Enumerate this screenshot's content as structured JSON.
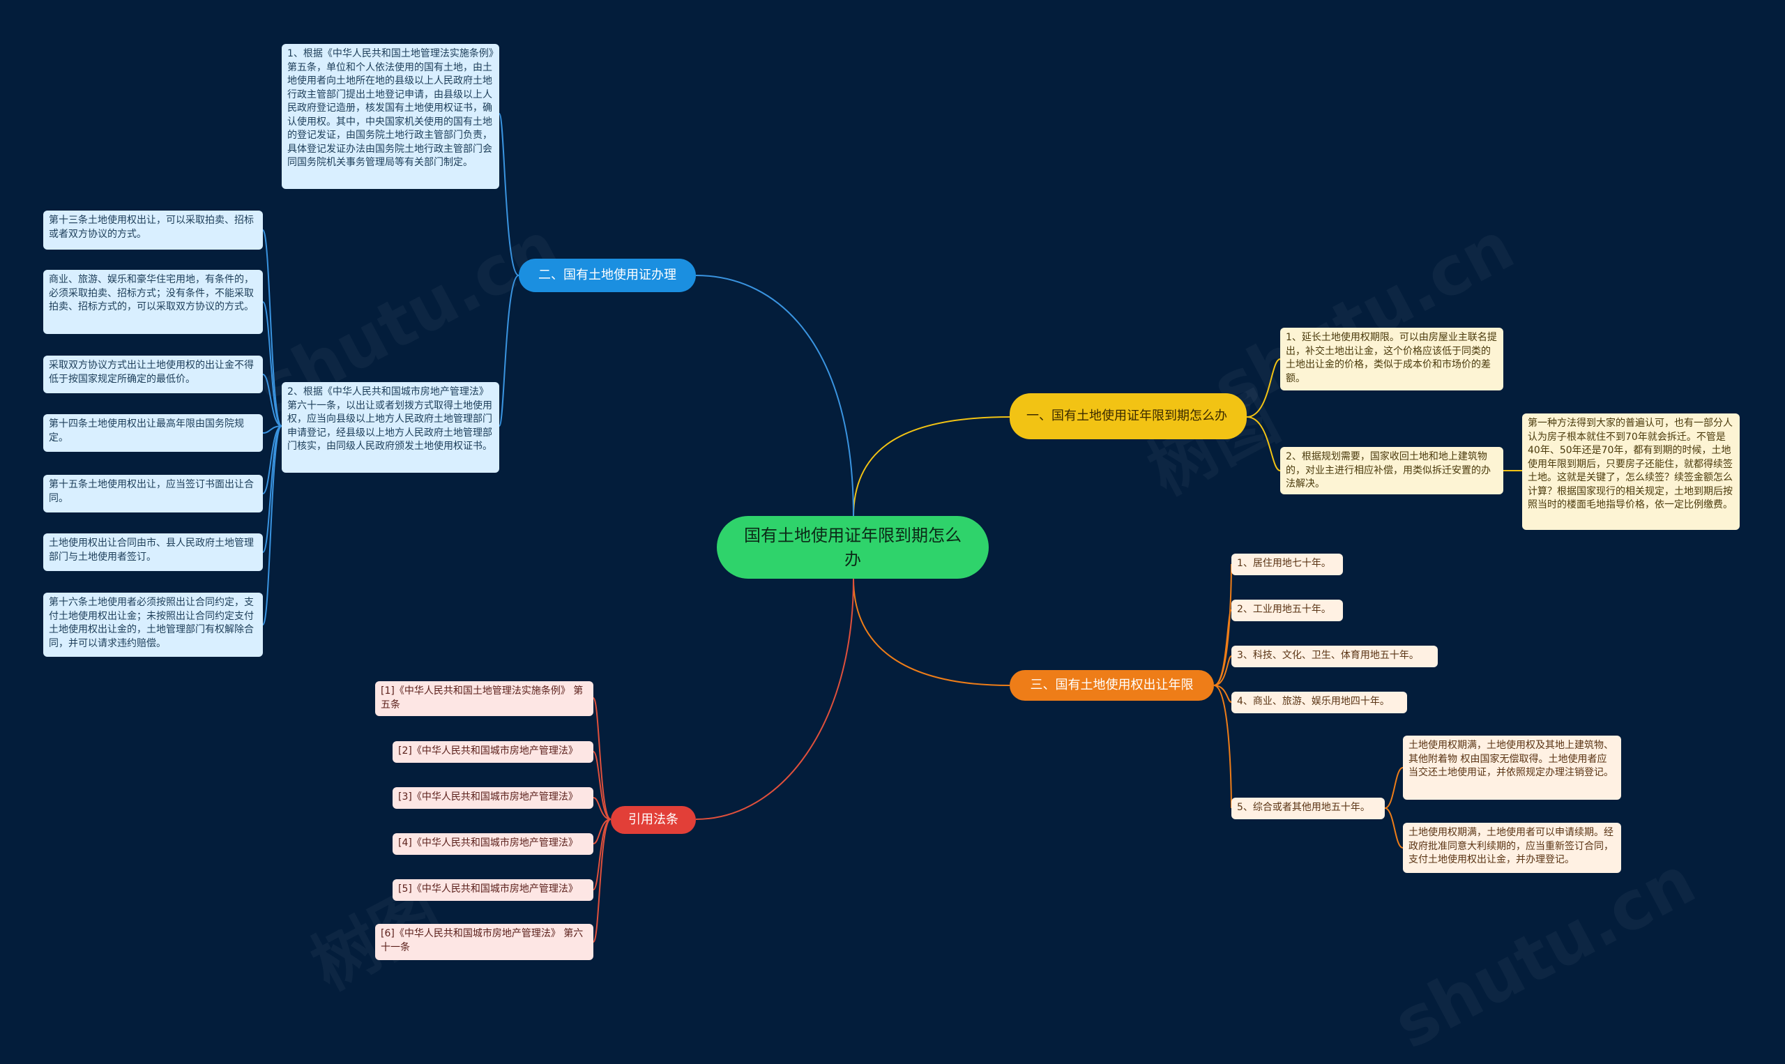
{
  "root": {
    "title": "国有土地使用证年限到期怎么办"
  },
  "branches": {
    "b1": {
      "title": "一、国有土地使用证年限到期怎么办",
      "items": [
        "1、延长土地使用权期限。可以由房屋业主联名提出，补交土地出让金，这个价格应该低于同类的土地出让金的价格，类似于成本价和市场价的差额。",
        "2、根据规划需要，国家收回土地和地上建筑物的，对业主进行相应补偿，用类似拆迁安置的办法解决。"
      ],
      "note": "第一种方法得到大家的普遍认可，也有一部分人认为房子根本就住不到70年就会拆迁。不管是40年、50年还是70年，都有到期的时候，土地使用年限到期后，只要房子还能住，就都得续签土地。这就是关键了，怎么续签？续签金额怎么计算？根据国家现行的相关规定，土地到期后按照当时的楼面毛地指导价格，依一定比例缴费。"
    },
    "b2": {
      "title": "二、国有土地使用证办理",
      "items": [
        "1、根据《中华人民共和国土地管理法实施条例》第五条，单位和个人依法使用的国有土地，由土地使用者向土地所在地的县级以上人民政府土地行政主管部门提出土地登记申请，由县级以上人民政府登记造册，核发国有土地使用权证书，确认使用权。其中，中央国家机关使用的国有土地的登记发证，由国务院土地行政主管部门负责，具体登记发证办法由国务院土地行政主管部门会同国务院机关事务管理局等有关部门制定。",
        "2、根据《中华人民共和国城市房地产管理法》第六十一条，以出让或者划拨方式取得土地使用权，应当向县级以上地方人民政府土地管理部门申请登记，经县级以上地方人民政府土地管理部门核实，由同级人民政府颁发土地使用权证书。"
      ],
      "sub": [
        "第十三条土地使用权出让，可以采取拍卖、招标或者双方协议的方式。",
        "商业、旅游、娱乐和豪华住宅用地，有条件的，必须采取拍卖、招标方式；没有条件，不能采取拍卖、招标方式的，可以采取双方协议的方式。",
        "采取双方协议方式出让土地使用权的出让金不得低于按国家规定所确定的最低价。",
        "第十四条土地使用权出让最高年限由国务院规定。",
        "第十五条土地使用权出让，应当签订书面出让合同。",
        "土地使用权出让合同由市、县人民政府土地管理部门与土地使用者签订。",
        "第十六条土地使用者必须按照出让合同约定，支付土地使用权出让金；未按照出让合同约定支付土地使用权出让金的，土地管理部门有权解除合同，并可以请求违约赔偿。"
      ]
    },
    "b3": {
      "title": "三、国有土地使用权出让年限",
      "items": [
        "1、居住用地七十年。",
        "2、工业用地五十年。",
        "3、科技、文化、卫生、体育用地五十年。",
        "4、商业、旅游、娱乐用地四十年。",
        "5、综合或者其他用地五十年。"
      ],
      "sub": [
        "土地使用权期满，土地使用权及其地上建筑物、其他附着物 权由国家无偿取得。土地使用者应当交还土地使用证，并依照规定办理注销登记。",
        "土地使用权期满，土地使用者可以申请续期。经政府批准同意大利续期的，应当重新签订合同，支付土地使用权出让金，并办理登记。"
      ]
    },
    "b4": {
      "title": "引用法条",
      "items": [
        "[1]《中华人民共和国土地管理法实施条例》 第五条",
        "[2]《中华人民共和国城市房地产管理法》",
        "[3]《中华人民共和国城市房地产管理法》",
        "[4]《中华人民共和国城市房地产管理法》",
        "[5]《中华人民共和国城市房地产管理法》",
        "[6]《中华人民共和国城市房地产管理法》 第六十一条"
      ]
    }
  },
  "watermark": [
    "shutu.cn",
    "树图",
    "shutu.cn",
    "树图",
    "shutu.cn"
  ],
  "colors": {
    "background": "#031d3b",
    "root": "#2fd36b",
    "blue": "#1b8fe0",
    "yellow": "#f2c314",
    "orange": "#ee7d18",
    "red": "#e23f38"
  }
}
